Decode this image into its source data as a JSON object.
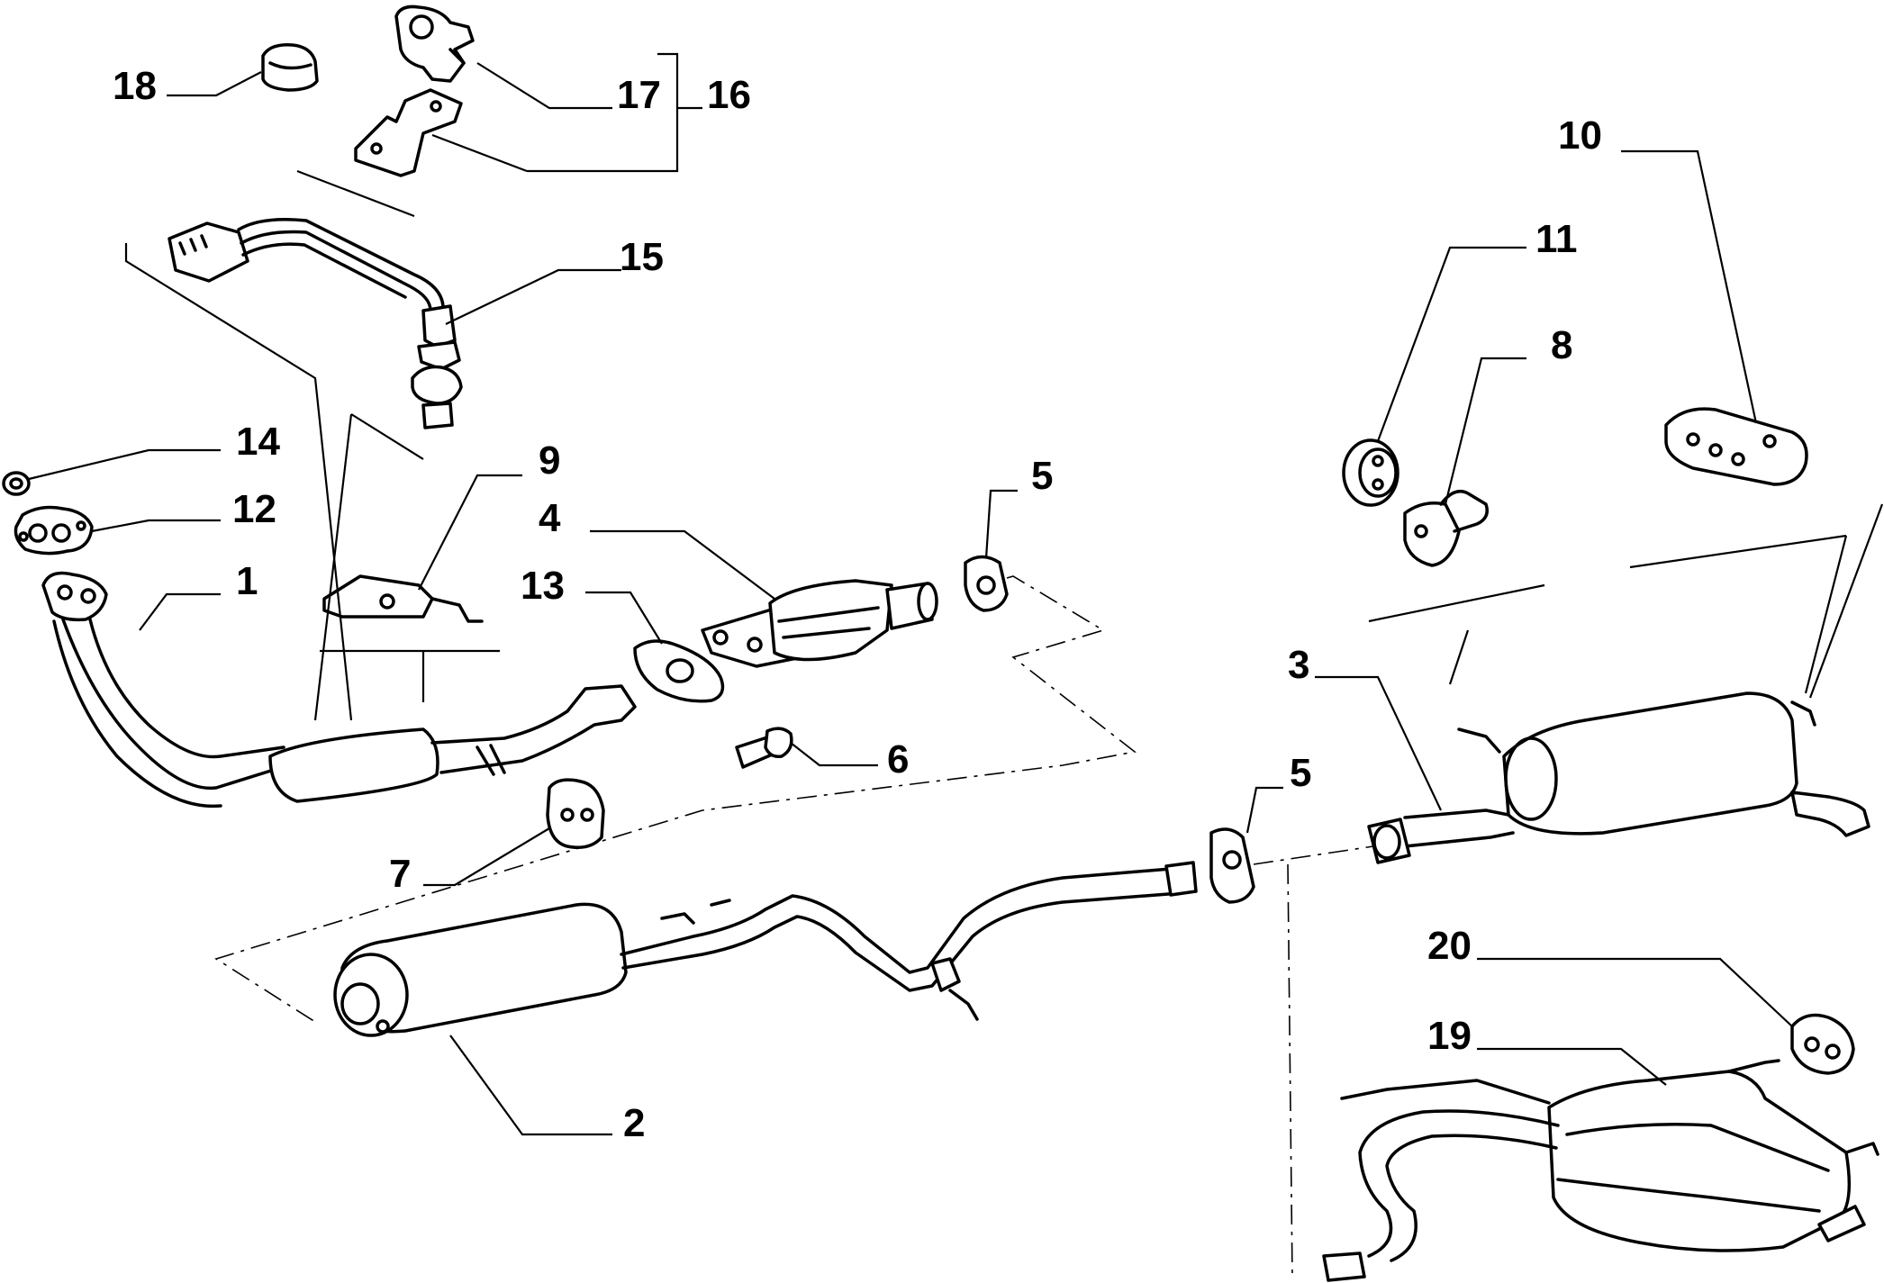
{
  "diagram": {
    "labels": [
      "1",
      "2",
      "3",
      "4",
      "5",
      "5",
      "6",
      "7",
      "8",
      "9",
      "10",
      "11",
      "12",
      "13",
      "14",
      "15",
      "16",
      "17",
      "18",
      "19",
      "20"
    ]
  }
}
